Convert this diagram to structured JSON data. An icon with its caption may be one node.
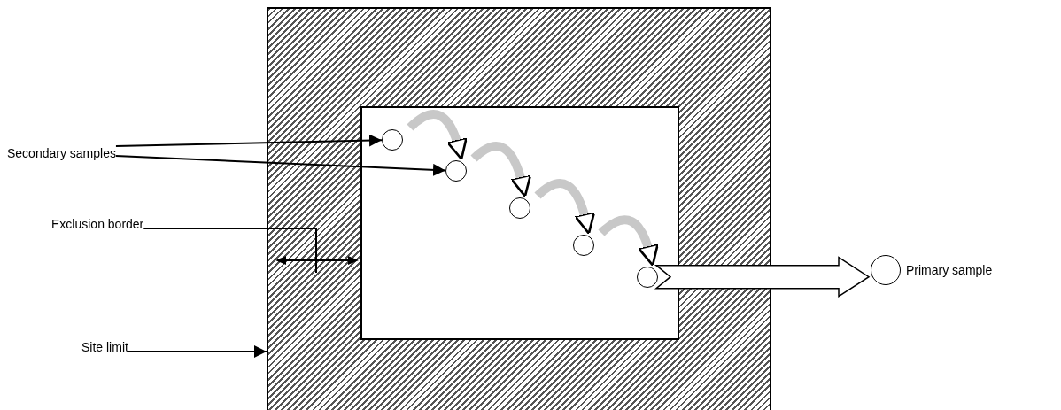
{
  "diagram": {
    "nodes": [
      {
        "text": [],
        "shape": "box"
      },
      {
        "text": [],
        "shape": "box",
        "in": 0
      },
      {
        "text": [],
        "shape": "circle",
        "in": 1
      },
      {
        "text": [],
        "shape": "circle",
        "in": 1
      },
      {
        "text": [],
        "shape": "circle",
        "in": 1
      },
      {
        "text": [],
        "shape": "circle",
        "in": 1
      },
      {
        "text": [],
        "shape": "circle",
        "in": 1
      },
      {
        "text": [
          "Secondary samples"
        ]
      },
      {
        "text": [
          "Exclusion border"
        ]
      },
      {
        "text": [
          "Site limit"
        ]
      },
      {
        "text": [],
        "shape": "circle",
        "beside": [
          "Primary sample"
        ]
      }
    ],
    "edges": [
      {
        "from": 7,
        "to": 2,
        "arrow": "to"
      },
      {
        "from": 7,
        "to": 3,
        "arrow": "to"
      },
      {
        "from": 2,
        "to": 3,
        "arrow": "to",
        "style": "thick",
        "color": "#c8c8c8"
      },
      {
        "from": 3,
        "to": 4,
        "arrow": "to",
        "style": "thick",
        "color": "#c8c8c8"
      },
      {
        "from": 4,
        "to": 5,
        "arrow": "to",
        "style": "thick",
        "color": "#c8c8c8"
      },
      {
        "from": 5,
        "to": 6,
        "arrow": "to",
        "style": "thick",
        "color": "#c8c8c8"
      },
      {
        "from": 6,
        "to": 10,
        "arrow": "to",
        "style": "thick"
      },
      {
        "from": 9,
        "to": 0,
        "arrow": "to"
      },
      {
        "from": 8,
        "to": null,
        "arrow": "none"
      }
    ]
  }
}
